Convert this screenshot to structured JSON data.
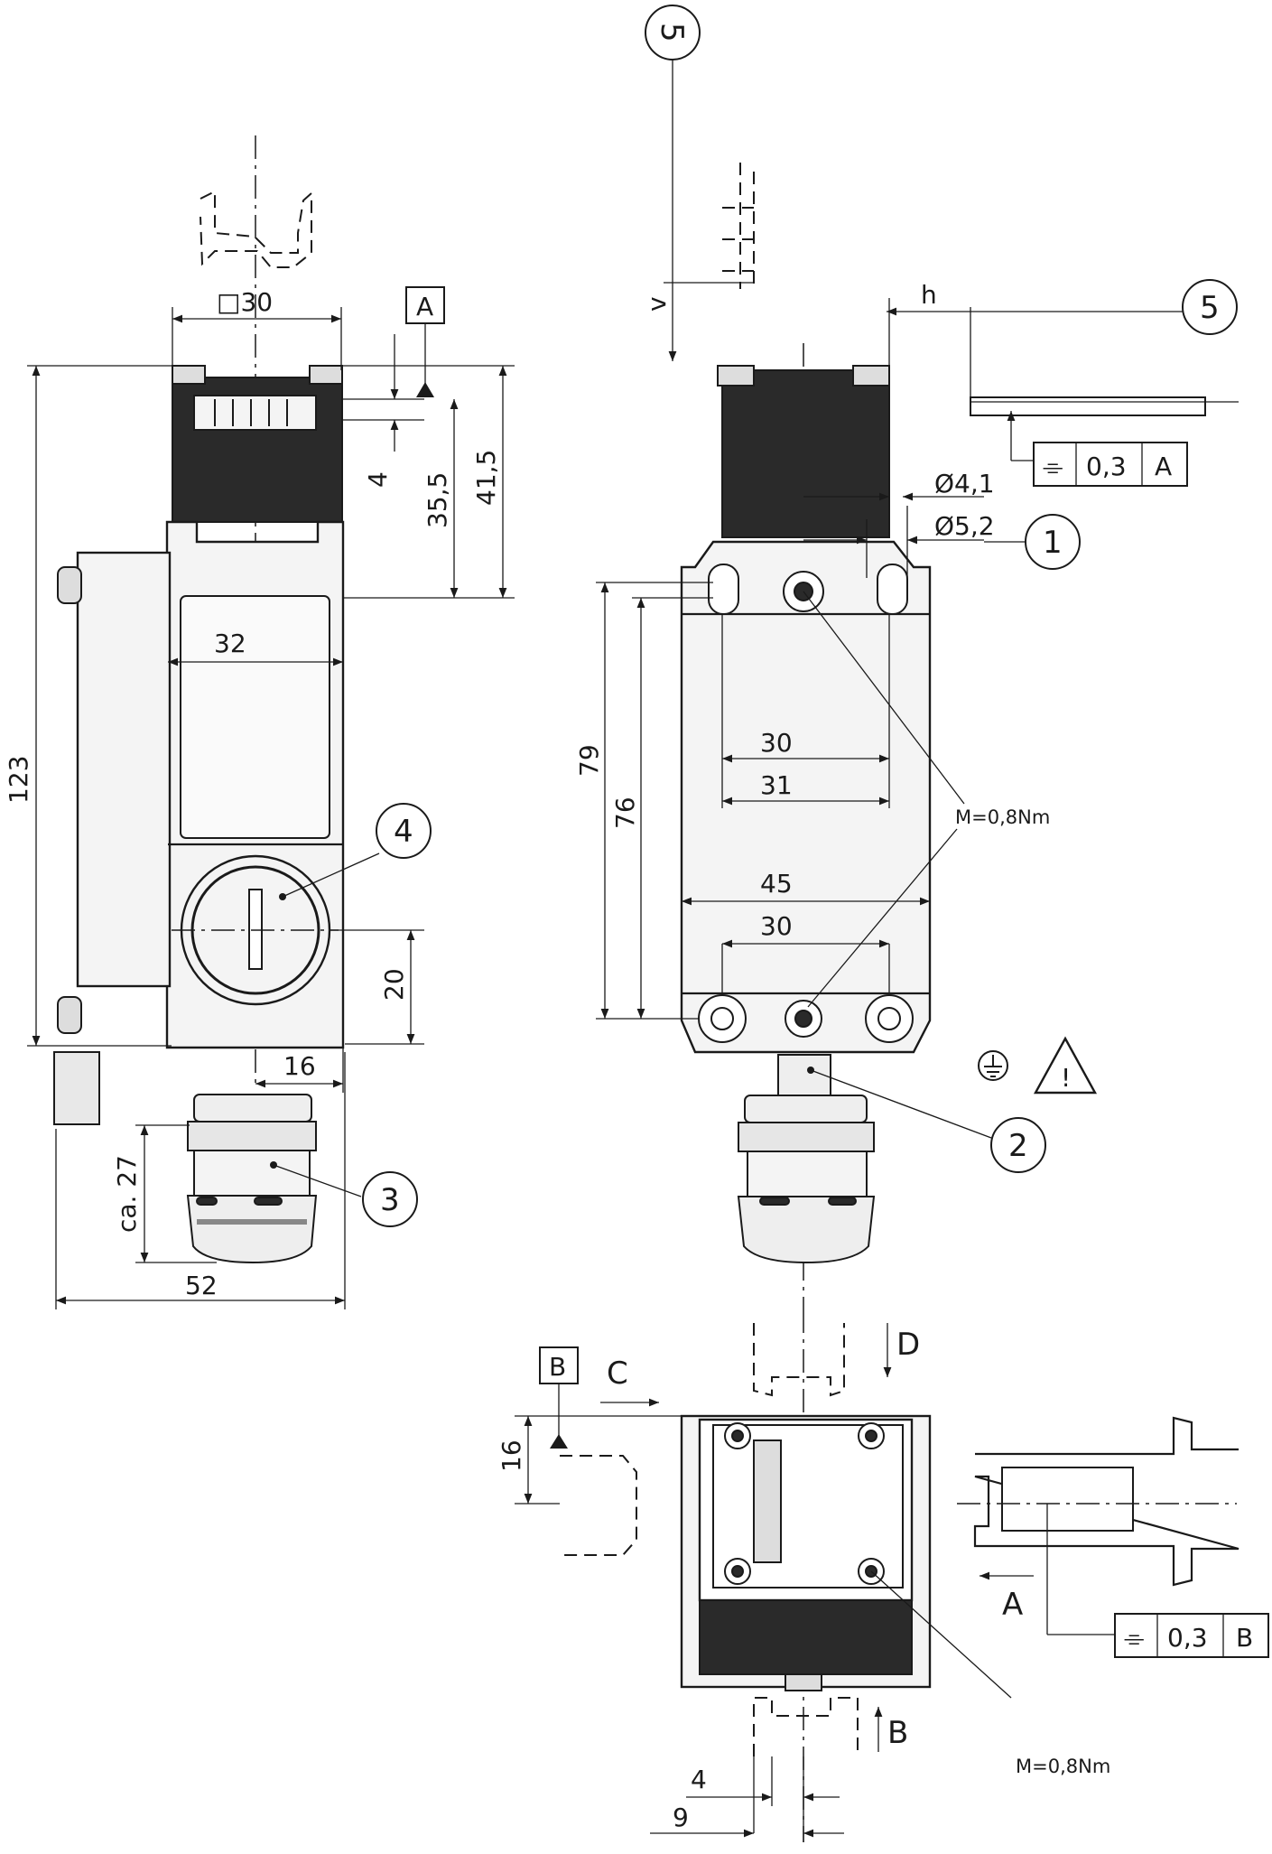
{
  "dimensions": {
    "square_30": "□30",
    "d123": "123",
    "d4": "4",
    "d35_5": "35,5",
    "d41_5": "41,5",
    "d32": "32",
    "d20": "20",
    "d16_left": "16",
    "ca27": "ca. 27",
    "d52": "52",
    "d79": "79",
    "d76": "76",
    "d30_a": "30",
    "d31": "31",
    "d45": "45",
    "d30_b": "30",
    "dia4_1": "Ø4,1",
    "dia5_2": "Ø5,2",
    "d16_bottom": "16",
    "d4_bottom": "4",
    "d9": "9",
    "v": "v",
    "h": "h"
  },
  "torque": {
    "upper": "M=0,8Nm",
    "lower": "M=0,8Nm"
  },
  "callouts": [
    "1",
    "2",
    "3",
    "4",
    "5",
    "5"
  ],
  "datums": {
    "a": "A",
    "b": "B",
    "c": "C",
    "d": "D",
    "view_a": "A",
    "view_b": "B"
  },
  "tolerance_a": {
    "symbol": "⌯",
    "value": "0,3",
    "datum": "A"
  },
  "tolerance_b": {
    "symbol": "⌯",
    "value": "0,3",
    "datum": "B"
  },
  "warning_symbol": "!",
  "ground_symbol": "⏚"
}
